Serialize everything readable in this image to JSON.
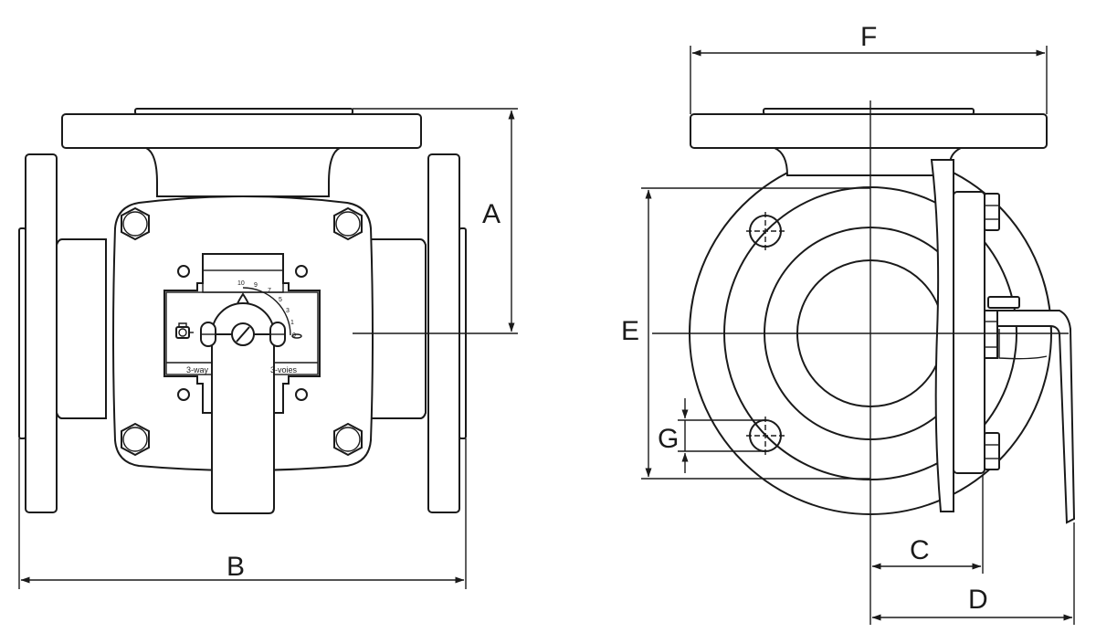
{
  "labels": {
    "a": "A",
    "b": "B",
    "c": "C",
    "d": "D",
    "e": "E",
    "f": "F",
    "g": "G"
  },
  "plate": {
    "left_text": "3-way",
    "right_text": "3-voies",
    "scale": [
      "10",
      "9",
      "7",
      "5",
      "3",
      "1",
      "0"
    ]
  },
  "colors": {
    "ink": "#1a1a1a",
    "paper": "#ffffff"
  }
}
